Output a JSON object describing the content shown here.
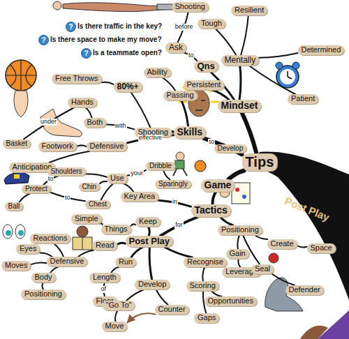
{
  "diagram": {
    "nodes": [
      {
        "text": [
          "Tips"
        ]
      },
      {
        "text": [
          "Mindset"
        ]
      },
      {
        "text": [
          "Persistent"
        ]
      },
      {
        "text": [
          "Mentally"
        ]
      },
      {
        "text": [
          "Tough"
        ]
      },
      {
        "text": [
          "Resilient"
        ]
      },
      {
        "text": [
          "Determined"
        ]
      },
      {
        "text": [
          "Patient"
        ]
      },
      {
        "text": [
          "Qns"
        ]
      },
      {
        "text": [
          "Ask"
        ]
      },
      {
        "text": [
          "Shooting"
        ]
      },
      {
        "text": [
          "Skills"
        ]
      },
      {
        "text": [
          "Ability"
        ]
      },
      {
        "text": [
          "Passing"
        ]
      },
      {
        "text": [
          "80%+"
        ]
      },
      {
        "text": [
          "Free Throws"
        ]
      },
      {
        "text": [
          "Shooting"
        ]
      },
      {
        "text": [
          "Both"
        ]
      },
      {
        "text": [
          "Hands"
        ]
      },
      {
        "text": [
          "Basket"
        ]
      },
      {
        "text": [
          "Footwork"
        ]
      },
      {
        "text": [
          "Defensive"
        ]
      },
      {
        "text": [
          "Anticipation"
        ]
      },
      {
        "text": [
          "Develop"
        ]
      },
      {
        "text": [
          "Game"
        ]
      },
      {
        "text": [
          "Tactics"
        ]
      },
      {
        "text": [
          "Dribble"
        ]
      },
      {
        "text": [
          "Sparingly"
        ]
      },
      {
        "text": [
          "Use"
        ]
      },
      {
        "text": [
          "Key Area"
        ]
      },
      {
        "text": [
          "Shoulders"
        ]
      },
      {
        "text": [
          "Chin"
        ]
      },
      {
        "text": [
          "Chest"
        ]
      },
      {
        "text": [
          "Protect"
        ]
      },
      {
        "text": [
          "Ball"
        ]
      },
      {
        "text": [
          "Post Play"
        ]
      },
      {
        "text": [
          "Keep"
        ]
      },
      {
        "text": [
          "Things"
        ]
      },
      {
        "text": [
          "Simple"
        ]
      },
      {
        "text": [
          "Read"
        ]
      },
      {
        "text": [
          "Defensive"
        ]
      },
      {
        "text": [
          "Reactions"
        ]
      },
      {
        "text": [
          "Eyes"
        ]
      },
      {
        "text": [
          "Moves"
        ]
      },
      {
        "text": [
          "Body"
        ]
      },
      {
        "text": [
          "Positioning"
        ]
      },
      {
        "text": [
          "Run"
        ]
      },
      {
        "text": [
          "Length"
        ]
      },
      {
        "text": [
          "Floor"
        ]
      },
      {
        "text": [
          "Develop"
        ]
      },
      {
        "text": [
          "\"Go To\""
        ]
      },
      {
        "text": [
          "Move"
        ]
      },
      {
        "text": [
          "Counter"
        ]
      },
      {
        "text": [
          "Recognise"
        ]
      },
      {
        "text": [
          "Scoring"
        ]
      },
      {
        "text": [
          "Opportunities"
        ]
      },
      {
        "text": [
          "Gaps"
        ]
      },
      {
        "text": [
          "Positioning"
        ]
      },
      {
        "text": [
          "Gain"
        ]
      },
      {
        "text": [
          "Leverage"
        ]
      },
      {
        "text": [
          "Create"
        ]
      },
      {
        "text": [
          "Space"
        ]
      },
      {
        "text": [
          "Seal"
        ]
      },
      {
        "text": [
          "Defender"
        ]
      },
      {
        "text": [
          "Post Play"
        ]
      }
    ],
    "edges": [
      {
        "from": 0,
        "to": 1,
        "arrow": "none"
      },
      {
        "from": 1,
        "to": 2,
        "arrow": "none"
      },
      {
        "from": 1,
        "to": 3,
        "arrow": "none"
      },
      {
        "from": 3,
        "to": 4,
        "arrow": "none"
      },
      {
        "from": 3,
        "to": 5,
        "arrow": "none"
      },
      {
        "from": 3,
        "to": 6,
        "arrow": "none"
      },
      {
        "from": 3,
        "to": 7,
        "arrow": "none"
      },
      {
        "from": 1,
        "to": 8,
        "arrow": "none"
      },
      {
        "from": 8,
        "to": 9,
        "label": "to",
        "arrow": "none"
      },
      {
        "from": 9,
        "to": 10,
        "label": "before",
        "arrow": "none"
      },
      {
        "from": 0,
        "to": 11,
        "arrow": "none"
      },
      {
        "from": 11,
        "to": 13,
        "arrow": "none"
      },
      {
        "from": 13,
        "to": 12,
        "arrow": "none"
      },
      {
        "from": 11,
        "to": 16,
        "arrow": "none"
      },
      {
        "from": 16,
        "to": 14,
        "arrow": "none"
      },
      {
        "from": 14,
        "to": 15,
        "arrow": "none"
      },
      {
        "from": 16,
        "to": 17,
        "label": "with",
        "arrow": "none"
      },
      {
        "from": 17,
        "to": 18,
        "arrow": "none"
      },
      {
        "from": 18,
        "to": 19,
        "label": "under",
        "arrow": "none"
      },
      {
        "from": 11,
        "to": 21,
        "label": "effective",
        "arrow": "none"
      },
      {
        "from": 21,
        "to": 20,
        "arrow": "none"
      },
      {
        "from": 21,
        "to": 22,
        "arrow": "none"
      },
      {
        "from": 11,
        "to": 23,
        "label": "to",
        "arrow": "none"
      },
      {
        "from": 0,
        "to": 24,
        "arrow": "none"
      },
      {
        "from": 24,
        "to": 25,
        "arrow": "none"
      },
      {
        "from": 25,
        "to": 29,
        "label": "in",
        "arrow": "none"
      },
      {
        "from": 29,
        "to": 28,
        "arrow": "none"
      },
      {
        "from": 28,
        "to": 26,
        "label": "your",
        "arrow": "none"
      },
      {
        "from": 26,
        "to": 27,
        "arrow": "none"
      },
      {
        "from": 28,
        "to": 30,
        "arrow": "none"
      },
      {
        "from": 28,
        "to": 31,
        "arrow": "none"
      },
      {
        "from": 28,
        "to": 32,
        "arrow": "none"
      },
      {
        "from": 30,
        "to": 33,
        "label": "to",
        "arrow": "none"
      },
      {
        "from": 33,
        "to": 32,
        "label": "to",
        "arrow": "none"
      },
      {
        "from": 33,
        "to": 34,
        "arrow": "none"
      },
      {
        "from": 25,
        "to": 35,
        "label": "for",
        "arrow": "none"
      },
      {
        "from": 35,
        "to": 36,
        "arrow": "none"
      },
      {
        "from": 36,
        "to": 37,
        "arrow": "none"
      },
      {
        "from": 37,
        "to": 38,
        "arrow": "none"
      },
      {
        "from": 35,
        "to": 39,
        "arrow": "none"
      },
      {
        "from": 39,
        "to": 40,
        "arrow": "none"
      },
      {
        "from": 40,
        "to": 41,
        "arrow": "none"
      },
      {
        "from": 40,
        "to": 42,
        "arrow": "none"
      },
      {
        "from": 40,
        "to": 43,
        "arrow": "none"
      },
      {
        "from": 40,
        "to": 44,
        "arrow": "none"
      },
      {
        "from": 44,
        "to": 45,
        "arrow": "none"
      },
      {
        "from": 35,
        "to": 46,
        "arrow": "none"
      },
      {
        "from": 46,
        "to": 47,
        "arrow": "none"
      },
      {
        "from": 47,
        "to": 48,
        "label": "of",
        "arrow": "none"
      },
      {
        "from": 35,
        "to": 49,
        "arrow": "none"
      },
      {
        "from": 49,
        "to": 50,
        "arrow": "none"
      },
      {
        "from": 49,
        "to": 52,
        "arrow": "none"
      },
      {
        "from": 50,
        "to": 51,
        "arrow": "none"
      },
      {
        "from": 52,
        "to": 51,
        "arrow": "to"
      },
      {
        "from": 35,
        "to": 53,
        "arrow": "none"
      },
      {
        "from": 53,
        "to": 54,
        "arrow": "none"
      },
      {
        "from": 54,
        "to": 55,
        "arrow": "none"
      },
      {
        "from": 54,
        "to": 56,
        "arrow": "none"
      },
      {
        "from": 25,
        "to": 57,
        "arrow": "none"
      },
      {
        "from": 57,
        "to": 58,
        "arrow": "none"
      },
      {
        "from": 58,
        "to": 59,
        "arrow": "none"
      },
      {
        "from": 57,
        "to": 60,
        "arrow": "none"
      },
      {
        "from": 60,
        "to": 61,
        "arrow": "none"
      },
      {
        "from": 57,
        "to": 62,
        "arrow": "none"
      },
      {
        "from": 62,
        "to": 63,
        "arrow": "none"
      }
    ],
    "labels": [
      "?",
      "Is there traffic in the key?",
      "?",
      "Is there space to make my move?",
      "?",
      "Is a teammate open?"
    ]
  }
}
